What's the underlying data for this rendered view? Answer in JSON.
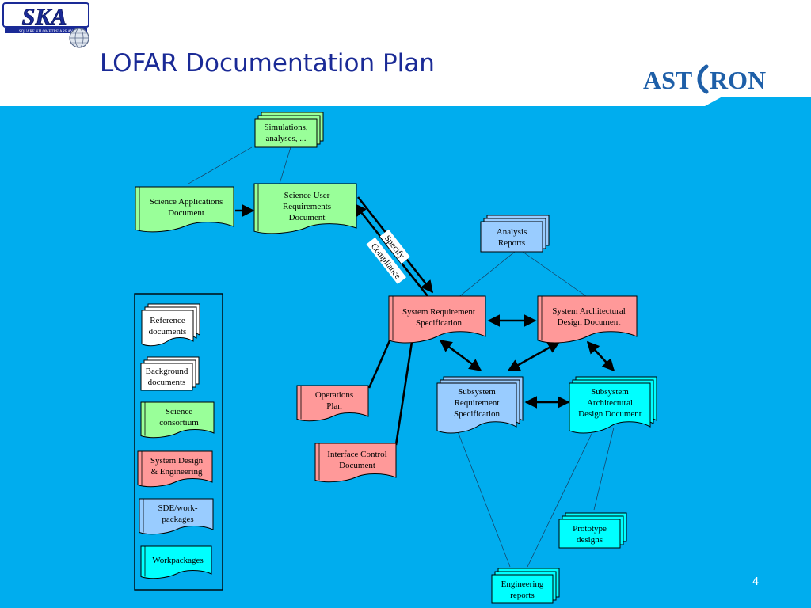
{
  "header": {
    "title": "LOFAR Documentation Plan",
    "ska_logo": {
      "wordmark": "SKA",
      "tagline": "SQUARE KILOMETRE ARRAY"
    },
    "astron_logo": {
      "text_left": "AST",
      "text_right": "RON"
    }
  },
  "page_number": "4",
  "colors": {
    "background": "#00adee",
    "title": "#1a2a96",
    "green": "#99ff99",
    "red": "#ff9999",
    "light_blue": "#99ccff",
    "cyan": "#00ffff",
    "white": "#ffffff",
    "astron_blue": "#1e5fa8"
  },
  "diagram": {
    "simulations": {
      "label": [
        "Simulations,",
        "analyses, ..."
      ]
    },
    "science_applications": {
      "label": [
        "Science Applications",
        "Document"
      ]
    },
    "science_user_requirements": {
      "label": [
        "Science User",
        "Requirements",
        "Document"
      ]
    },
    "analysis_reports": {
      "label": [
        "Analysis",
        "Reports"
      ]
    },
    "system_requirement_spec": {
      "label": [
        "System Requirement",
        "Specification"
      ]
    },
    "system_architectural_design": {
      "label": [
        "System Architectural",
        "Design Document"
      ]
    },
    "operations_plan": {
      "label": [
        "Operations",
        "Plan"
      ]
    },
    "interface_control": {
      "label": [
        "Interface Control",
        "Document"
      ]
    },
    "subsystem_requirement_spec": {
      "label": [
        "Subsystem",
        "Requirement",
        "Specification"
      ]
    },
    "subsystem_architectural_design": {
      "label": [
        "Subsystem",
        "Architectural",
        "Design Document"
      ]
    },
    "prototype_designs": {
      "label": [
        "Prototype",
        "designs"
      ]
    },
    "engineering_reports": {
      "label": [
        "Engineering",
        "reports"
      ]
    },
    "edge_labels": {
      "specify": "Specify",
      "compliance": "Compliance"
    },
    "legend": {
      "reference": [
        "Reference",
        "documents"
      ],
      "background": [
        "Background",
        "documents"
      ],
      "science": [
        "Science",
        "consortium"
      ],
      "system_design": [
        "System Design",
        "& Engineering"
      ],
      "sde_work": [
        "SDE/work-",
        "packages"
      ],
      "workpackages": [
        "Workpackages"
      ]
    }
  }
}
